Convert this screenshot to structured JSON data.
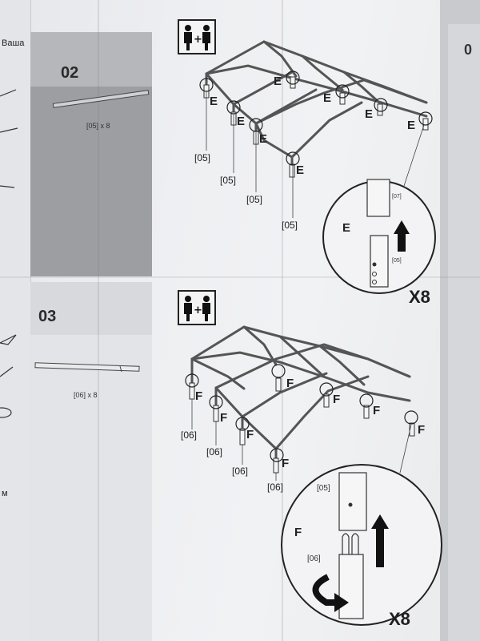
{
  "left_column": {
    "header_word": "Ваша",
    "bottom_word": "м"
  },
  "step02": {
    "number": "02",
    "part_label": "[05] x 8"
  },
  "step03": {
    "number": "03",
    "part_label": "[06] x 8"
  },
  "right_column": {
    "peek_text": "0"
  },
  "diagram_top": {
    "callout_letter": "E",
    "part_labels": [
      "[05]",
      "[05]",
      "[05]",
      "[05]"
    ],
    "detail": {
      "top_part": "[07]",
      "bottom_part": "[05]",
      "letter": "E",
      "multiplier": "X8"
    }
  },
  "diagram_bottom": {
    "callout_letter": "F",
    "part_labels": [
      "[06]",
      "[06]",
      "[06]",
      "[06]"
    ],
    "detail": {
      "top_part": "[05]",
      "bottom_part": "[06]",
      "letter": "F",
      "multiplier": "X8"
    }
  }
}
